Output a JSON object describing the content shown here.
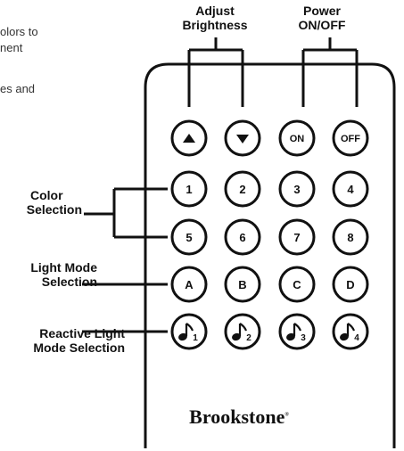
{
  "fragments": [
    "olors to",
    "nent",
    "es and"
  ],
  "top_labels": {
    "brightness": [
      "Adjust",
      "Brightness"
    ],
    "power": [
      "Power",
      "ON/OFF"
    ]
  },
  "side_labels": {
    "color": [
      "Color",
      "Selection"
    ],
    "light_mode": [
      "Light Mode",
      "Selection"
    ],
    "reactive": [
      "Reactive Light",
      "Mode Selection"
    ]
  },
  "buttons": {
    "row1": [
      {
        "icon": "arrow-up-icon",
        "label": ""
      },
      {
        "icon": "arrow-down-icon",
        "label": ""
      },
      {
        "icon": "",
        "label": "ON"
      },
      {
        "icon": "",
        "label": "OFF"
      }
    ],
    "row2": [
      "1",
      "2",
      "3",
      "4"
    ],
    "row3": [
      "5",
      "6",
      "7",
      "8"
    ],
    "row4": [
      "A",
      "B",
      "C",
      "D"
    ],
    "row5": [
      "1",
      "2",
      "3",
      "4"
    ]
  },
  "brand": "Brookstone",
  "colors": {
    "ink": "#111111",
    "background": "#ffffff"
  }
}
